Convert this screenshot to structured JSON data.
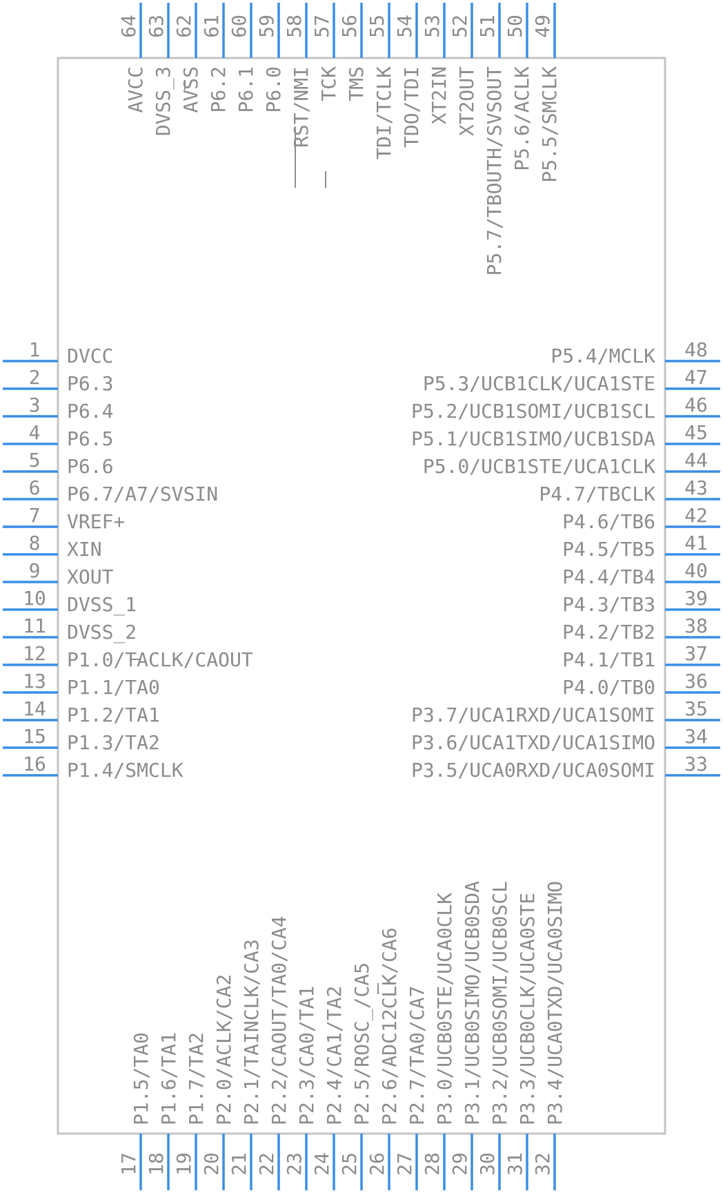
{
  "colors": {
    "pin": "#3a8ee6",
    "text": "#8c8c8c",
    "body_outline": "#c4c4c4",
    "background": "#ffffff"
  },
  "chip": {
    "left_pins": [
      {
        "num": "1",
        "name": "DVCC"
      },
      {
        "num": "2",
        "name": "P6.3"
      },
      {
        "num": "3",
        "name": "P6.4"
      },
      {
        "num": "4",
        "name": "P6.5"
      },
      {
        "num": "5",
        "name": "P6.6"
      },
      {
        "num": "6",
        "name": "P6.7/A7/SVSIN"
      },
      {
        "num": "7",
        "name": "VREF+"
      },
      {
        "num": "8",
        "name": "XIN"
      },
      {
        "num": "9",
        "name": "XOUT"
      },
      {
        "num": "10",
        "name": "DVSS_1"
      },
      {
        "num": "11",
        "name": "DVSS_2"
      },
      {
        "num": "12",
        "name": "P1.0/TACLK/CAOUT"
      },
      {
        "num": "13",
        "name": "P1.1/TA0"
      },
      {
        "num": "14",
        "name": "P1.2/TA1"
      },
      {
        "num": "15",
        "name": "P1.3/TA2"
      },
      {
        "num": "16",
        "name": "P1.4/SMCLK"
      }
    ],
    "right_pins": [
      {
        "num": "48",
        "name": "P5.4/MCLK"
      },
      {
        "num": "47",
        "name": "P5.3/UCB1CLK/UCA1STE"
      },
      {
        "num": "46",
        "name": "P5.2/UCB1SOMI/UCB1SCL"
      },
      {
        "num": "45",
        "name": "P5.1/UCB1SIMO/UCB1SDA"
      },
      {
        "num": "44",
        "name": "P5.0/UCB1STE/UCA1CLK"
      },
      {
        "num": "43",
        "name": "P4.7/TBCLK"
      },
      {
        "num": "42",
        "name": "P4.6/TB6"
      },
      {
        "num": "41",
        "name": "P4.5/TB5"
      },
      {
        "num": "40",
        "name": "P4.4/TB4"
      },
      {
        "num": "39",
        "name": "P4.3/TB3"
      },
      {
        "num": "38",
        "name": "P4.2/TB2"
      },
      {
        "num": "37",
        "name": "P4.1/TB1"
      },
      {
        "num": "36",
        "name": "P4.0/TB0"
      },
      {
        "num": "35",
        "name": "P3.7/UCA1RXD/UCA1SOMI"
      },
      {
        "num": "34",
        "name": "P3.6/UCA1TXD/UCA1SIMO"
      },
      {
        "num": "33",
        "name": "P3.5/UCA0RXD/UCA0SOMI"
      }
    ],
    "top_pins": [
      {
        "num": "64",
        "name": "AVCC"
      },
      {
        "num": "63",
        "name": "DVSS_3"
      },
      {
        "num": "62",
        "name": "AVSS"
      },
      {
        "num": "61",
        "name": "P6.2"
      },
      {
        "num": "60",
        "name": "P6.1"
      },
      {
        "num": "59",
        "name": "P6.0"
      },
      {
        "num": "58",
        "name": "RST/NMI"
      },
      {
        "num": "57",
        "name": "TCK"
      },
      {
        "num": "56",
        "name": "TMS"
      },
      {
        "num": "55",
        "name": "TDI/TCLK"
      },
      {
        "num": "54",
        "name": "TDO/TDI"
      },
      {
        "num": "53",
        "name": "XT2IN"
      },
      {
        "num": "52",
        "name": "XT2OUT"
      },
      {
        "num": "51",
        "name": "P5.7/TBOUTH/SVSOUT"
      },
      {
        "num": "50",
        "name": "P5.6/ACLK"
      },
      {
        "num": "49",
        "name": "P5.5/SMCLK"
      }
    ],
    "bottom_pins": [
      {
        "num": "17",
        "name": "P1.5/TA0"
      },
      {
        "num": "18",
        "name": "P1.6/TA1"
      },
      {
        "num": "19",
        "name": "P1.7/TA2"
      },
      {
        "num": "20",
        "name": "P2.0/ACLK/CA2"
      },
      {
        "num": "21",
        "name": "P2.1/TAINCLK/CA3"
      },
      {
        "num": "22",
        "name": "P2.2/CAOUT/TA0/CA4"
      },
      {
        "num": "23",
        "name": "P2.3/CA0/TA1"
      },
      {
        "num": "24",
        "name": "P2.4/CA1/TA2"
      },
      {
        "num": "25",
        "name": "P2.5/ROSC_/CA5"
      },
      {
        "num": "26",
        "name": "P2.6/ADC12CLK/CA6"
      },
      {
        "num": "27",
        "name": "P2.7/TA0/CA7"
      },
      {
        "num": "28",
        "name": "P3.0/UCB0STE/UCA0CLK"
      },
      {
        "num": "29",
        "name": "P3.1/UCB0SIMO/UCB0SDA"
      },
      {
        "num": "30",
        "name": "P3.2/UCB0SOMI/UCB0SCL"
      },
      {
        "num": "31",
        "name": "P3.3/UCB0CLK/UCA0STE"
      },
      {
        "num": "32",
        "name": "P3.4/UCA0TXD/UCA0SIMO"
      }
    ]
  }
}
